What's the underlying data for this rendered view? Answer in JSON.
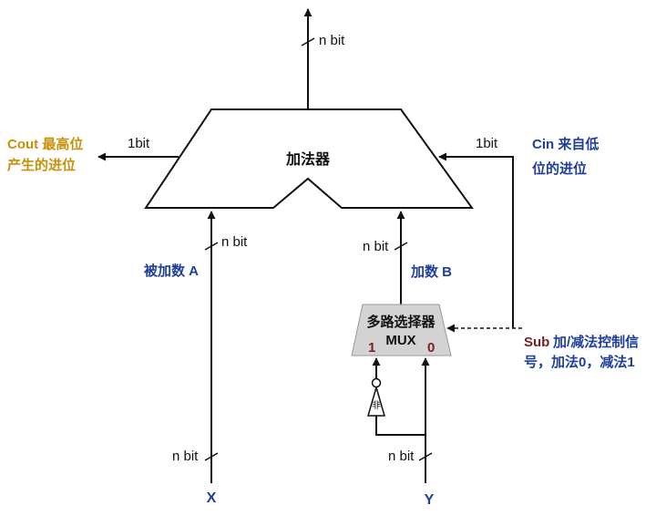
{
  "colors": {
    "line": "#111111",
    "yellow": "#c9900a",
    "blue": "#1f3f9a",
    "darkred": "#7a1f1f",
    "mux_fill": "#d3d3d3"
  },
  "adder": {
    "label": "加法器"
  },
  "output": {
    "width_label": "n bit"
  },
  "cout": {
    "width_label": "1bit",
    "line1": "Cout 最高位",
    "line2": "产生的进位"
  },
  "cin": {
    "width_label": "1bit",
    "line1": "Cin 来自低",
    "line2": "位的进位"
  },
  "input_a": {
    "width_label": "n bit",
    "label": "被加数 A"
  },
  "input_b": {
    "width_label": "n bit",
    "label": "加数 B"
  },
  "mux": {
    "line1": "多路选择器",
    "line2": "MUX",
    "input1": "1",
    "input0": "0"
  },
  "sub": {
    "line1_prefix": "Sub",
    "line1_rest": "加/减法控制信",
    "line2": "号，加法0，减法1"
  },
  "inverter": {
    "label": "非"
  },
  "x_input": {
    "width_label": "n bit",
    "label": "X"
  },
  "y_input": {
    "width_label": "n bit",
    "label": "Y"
  }
}
